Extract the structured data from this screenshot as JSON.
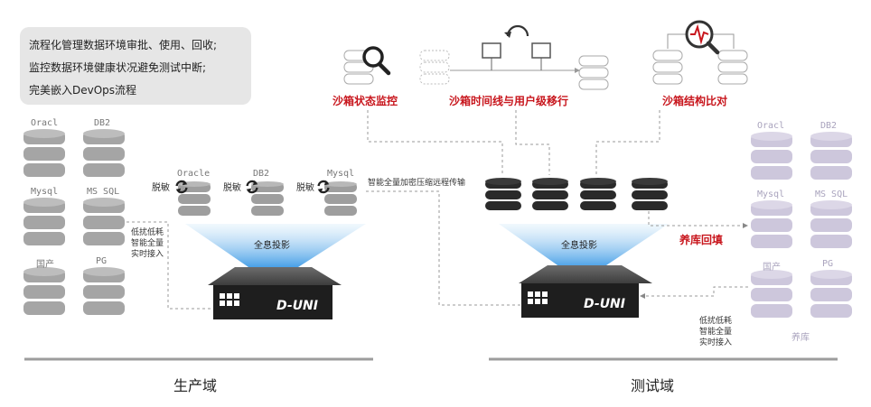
{
  "note": {
    "lines": [
      "流程化管理数据环境审批、使用、回收;",
      "监控数据环境健康状况避免测试中断;",
      "完美嵌入DevOps流程"
    ]
  },
  "prod_sources": [
    "Oracl",
    "DB2",
    "Mysql",
    "MS SQL",
    "国产",
    "PG"
  ],
  "prod_desens": {
    "desens_label": "脱敏",
    "db_labels": [
      "Oracle",
      "DB2",
      "Mysql"
    ]
  },
  "prod_access": [
    "低扰低耗",
    "智能全量",
    "实时接入"
  ],
  "transfer_label": "智能全量加密压缩远程传输",
  "projection_label": "全息投影",
  "device_logo": "D-UNI",
  "features": [
    "沙箱状态监控",
    "沙箱时间线与用户级移行",
    "沙箱结构比对"
  ],
  "return_label": "养库回填",
  "test_sources": [
    "Oracl",
    "DB2",
    "Mysql",
    "MS SQL",
    "国产",
    "PG"
  ],
  "test_access": [
    "低扰低耗",
    "智能全量",
    "实时接入"
  ],
  "pool_label": "养库",
  "domains": {
    "production": "生产域",
    "test": "测试域"
  },
  "colors": {
    "db_gray": "#a5a5a5",
    "db_dark": "#2a2a2a",
    "db_lavender": "#cdc7dc",
    "accent_red": "#c8161d",
    "beam_blue": "#4aa3e6"
  },
  "icons": [
    "search-icon",
    "refresh-icon",
    "heartbeat-icon",
    "sync-icon"
  ]
}
